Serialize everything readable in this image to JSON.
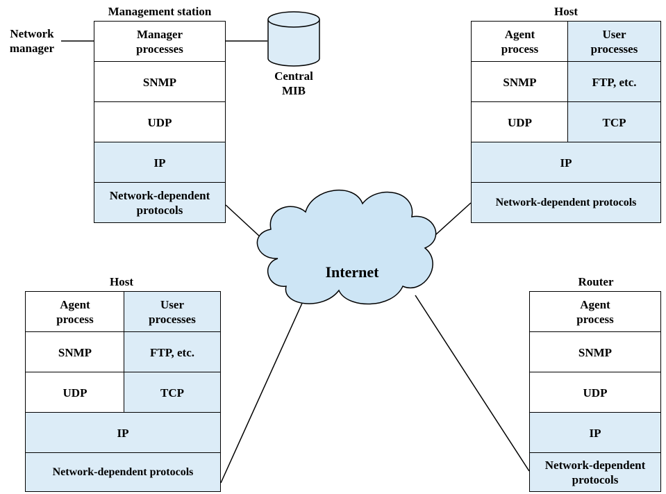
{
  "colors": {
    "highlight": "#dcecf7",
    "border": "#000000",
    "cloud": "#cde5f5",
    "cylinder": "#dcecf7"
  },
  "cloud_label": "Internet",
  "network_manager": "Network\nmanager",
  "central_mib": "Central\nMIB",
  "management_station": {
    "title": "Management station",
    "layers": [
      "Manager\nprocesses",
      "SNMP",
      "UDP",
      "IP",
      "Network-dependent\nprotocols"
    ]
  },
  "host_top": {
    "title": "Host",
    "agent": "Agent\nprocess",
    "user": "User\nprocesses",
    "snmp": "SNMP",
    "ftp": "FTP, etc.",
    "udp": "UDP",
    "tcp": "TCP",
    "ip": "IP",
    "ndp": "Network-dependent protocols"
  },
  "host_bottom": {
    "title": "Host",
    "agent": "Agent\nprocess",
    "user": "User\nprocesses",
    "snmp": "SNMP",
    "ftp": "FTP, etc.",
    "udp": "UDP",
    "tcp": "TCP",
    "ip": "IP",
    "ndp": "Network-dependent protocols"
  },
  "router": {
    "title": "Router",
    "layers": [
      "Agent\nprocess",
      "SNMP",
      "UDP",
      "IP",
      "Network-dependent\nprotocols"
    ]
  }
}
